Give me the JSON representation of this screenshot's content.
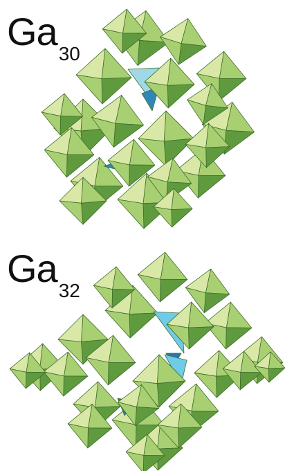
{
  "panels": [
    {
      "label_main": "Ga",
      "label_sub": "30",
      "colors": {
        "light": "#d9e8a6",
        "mid": "#a8cf72",
        "dark": "#5f9a3f",
        "edge": "#3f6e2a",
        "blue_light": "#9fd9e8",
        "blue_dark": "#2f86b9"
      }
    },
    {
      "label_main": "Ga",
      "label_sub": "32",
      "colors": {
        "light": "#d9e8a6",
        "mid": "#a8cf72",
        "dark": "#5f9a3f",
        "edge": "#3f6e2a",
        "blue_light": "#6fcbe8",
        "blue_dark": "#2478b0"
      }
    }
  ]
}
